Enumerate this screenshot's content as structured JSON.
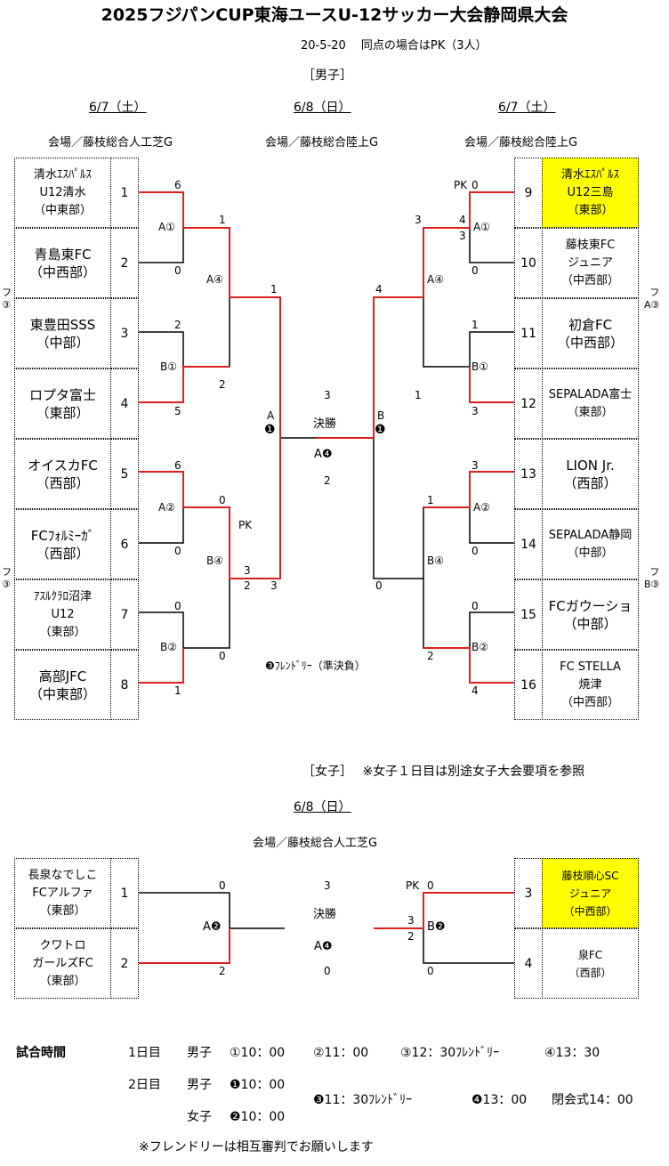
{
  "header": {
    "title": "2025フジパンCUP東海ユースU-12サッカー大会静岡県大会",
    "date_note": "20-5-20　 同点の場合はPK（3人）",
    "boys_label": "［男子］"
  },
  "boys": {
    "day_left": "6/7（土）",
    "day_center": "6/8（日）",
    "day_right": "6/7（土）",
    "venue_left": "会場／藤枝総合人工芝G",
    "venue_center": "会場／藤枝総合陸上G",
    "venue_right": "会場／藤枝総合陸上G",
    "left_teams": [
      {
        "name": "清水ｴｽﾊﾟﾙｽ\nU12清水\n（中東部）",
        "num": "1"
      },
      {
        "name": "青島東FC\n（中西部）",
        "num": "2"
      },
      {
        "name": "東豊田SSS\n（中部）",
        "num": "3"
      },
      {
        "name": "ロプタ富士\n（東部）",
        "num": "4"
      },
      {
        "name": "オイスカFC\n（西部）",
        "num": "5"
      },
      {
        "name": "FCﾌｫﾙﾐｰｶﾞ\n（西部）",
        "num": "6"
      },
      {
        "name": "ｱｽﾙｸﾗﾛ沼津\nU12\n（東部）",
        "num": "7"
      },
      {
        "name": "高部JFC\n（中東部）",
        "num": "8"
      }
    ],
    "right_teams": [
      {
        "name": "清水ｴｽﾊﾟﾙｽ\nU12三島\n（東部）",
        "num": "9"
      },
      {
        "name": "藤枝東FC\nジュニア\n（中西部）",
        "num": "10"
      },
      {
        "name": "初倉FC\n（中西部）",
        "num": "11"
      },
      {
        "name": "SEPALADA富士\n（東部）",
        "num": "12"
      },
      {
        "name": "LION Jr.\n（西部）",
        "num": "13"
      },
      {
        "name": "SEPALADA静岡\n（中部）",
        "num": "14"
      },
      {
        "name": "FCガウーショ\n（中部）",
        "num": "15"
      },
      {
        "name": "FC STELLA\n焼津\n（中西部）",
        "num": "16"
      }
    ],
    "scores": {
      "a1_top": "6",
      "a1_bot": "0",
      "a1_label": "A①",
      "b1_top": "2",
      "b1_bot": "5",
      "b1_label": "B①",
      "a2_top": "6",
      "a2_bot": "0",
      "a2_label": "A②",
      "b2_top": "0",
      "b2_bot": "1",
      "b2_label": "B②",
      "a4_top": "1",
      "a4_bot": "2",
      "a4_label": "A④",
      "b4_top": "0",
      "b4_pk": "PK",
      "b4_pk1": "3",
      "b4_pk2": "2",
      "b4_bot": "0",
      "b4_label": "B④",
      "semi_a_top": "1",
      "semi_a_bot": "3",
      "semi_a_label": "A",
      "r_a1_pk": "PK",
      "r_a1_top": "0",
      "r_a1_mid1": "4",
      "r_a1_mid2": "3",
      "r_a1_bot": "0",
      "r_a1_label": "A①",
      "r_b1_top": "1",
      "r_b1_bot": "3",
      "r_b1_label": "B①",
      "r_a2_top": "3",
      "r_a2_bot": "0",
      "r_a2_label": "A②",
      "r_b2_top": "0",
      "r_b2_bot": "4",
      "r_b2_label": "B②",
      "r_a4_top": "3",
      "r_a4_bot": "1",
      "r_a4_label": "A④",
      "r_b4_top": "1",
      "r_b4_bot": "2",
      "r_b4_label": "B④",
      "semi_b_top": "4",
      "semi_b_bot": "0",
      "semi_b_label": "B",
      "final_top": "3",
      "final_label": "決勝",
      "final_code": "A❹",
      "final_bot": "2",
      "friendly_note": "❸ﾌﾚﾝﾄﾞﾘｰ（準決負）",
      "semi_num": "❶"
    },
    "side_left_1": "フ\n③",
    "side_left_2": "フ\n③",
    "side_right_1": "フ\nA③",
    "side_right_2": "フ\nB③"
  },
  "girls": {
    "label": "［女子］　 ※女子１日目は別途女子大会要項を参照",
    "day": "6/8（日）",
    "venue": "会場／藤枝総合人工芝G",
    "left_teams": [
      {
        "name": "長泉なでしこ\nFCアルファ\n（東部）",
        "num": "1"
      },
      {
        "name": "クワトロ\nガールズFC\n（東部）",
        "num": "2"
      }
    ],
    "right_teams": [
      {
        "name": "藤枝順心SC\nジュニア\n（中西部）",
        "num": "3"
      },
      {
        "name": "泉FC\n（西部）",
        "num": "4"
      }
    ],
    "scores": {
      "a_top": "0",
      "a_bot": "2",
      "a_label": "A❷",
      "b_pk": "PK",
      "b_top": "0",
      "b_pk1": "3",
      "b_pk2": "2",
      "b_bot": "0",
      "b_label": "B❷",
      "final_top": "3",
      "final_label": "決勝",
      "final_code": "A❹",
      "final_bot": "0"
    }
  },
  "schedule": {
    "label": "試合時間",
    "day1": "1日目",
    "day2": "2日目",
    "boys": "男子",
    "girls": "女子",
    "d1_1": "①10：00",
    "d1_2": "②11：00",
    "d1_3": "③12：30ﾌﾚﾝﾄﾞﾘｰ",
    "d1_4": "④13：30",
    "d2_b1": "❶10：00",
    "d2_g1": "❷10：00",
    "d2_3": "❸11：30ﾌﾚﾝﾄﾞﾘｰ",
    "d2_4": "❹13：00",
    "closing": "閉会式14：00",
    "footnote": "※フレンドリーは相互審判でお願いします"
  },
  "colors": {
    "winner_line": "#e02020",
    "highlight": "#ffff00"
  }
}
